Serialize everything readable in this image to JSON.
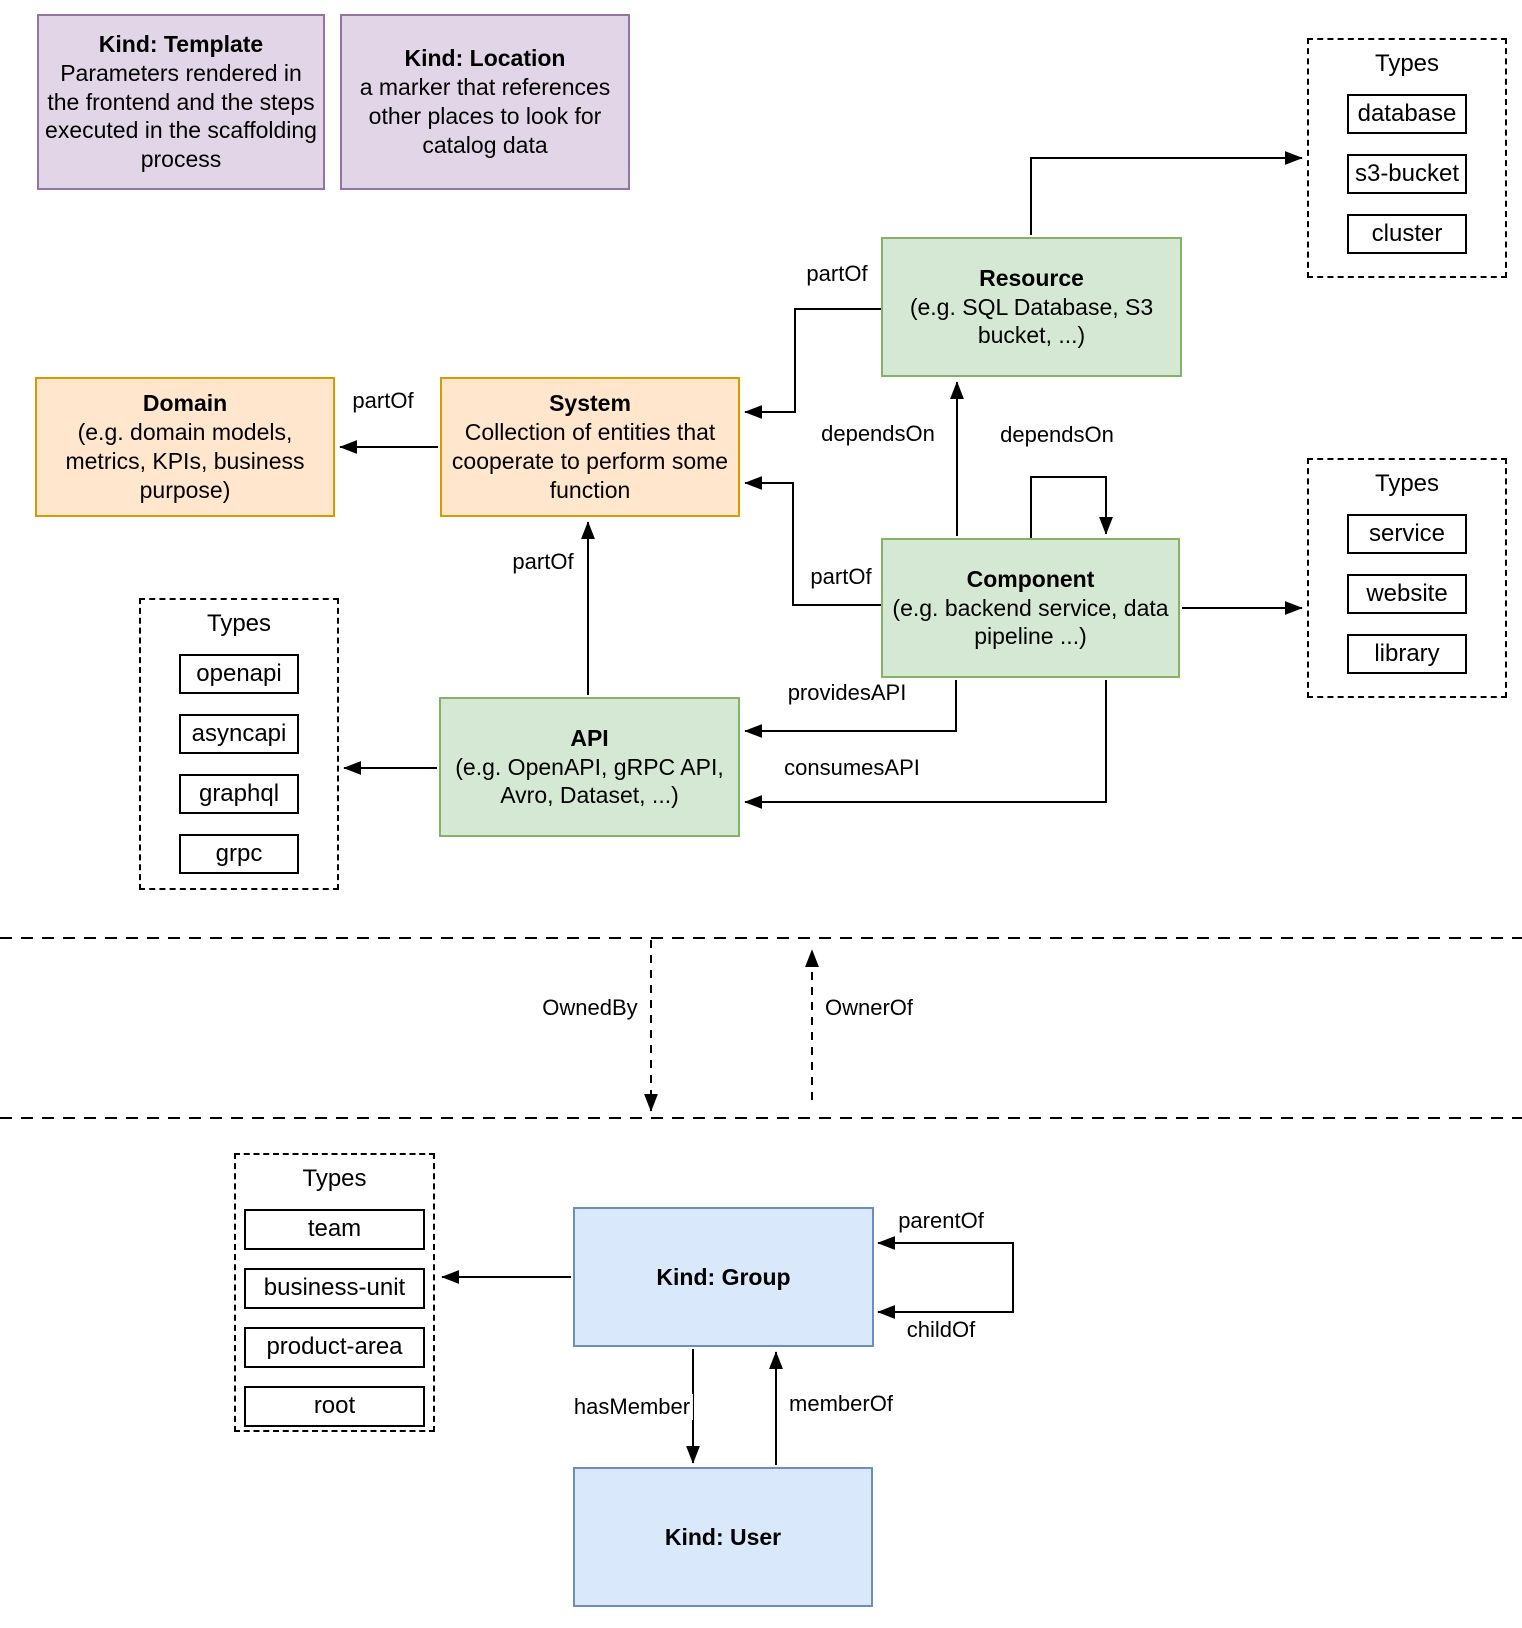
{
  "notes": {
    "template": {
      "title": "Kind: Template",
      "body": "Parameters rendered in the frontend and the steps executed in  the scaffolding process"
    },
    "location": {
      "title": "Kind: Location",
      "body": "a marker that references other places to look for catalog data"
    }
  },
  "entities": {
    "resource": {
      "title": "Resource",
      "subtitle": "(e.g. SQL Database, S3 bucket, ...)"
    },
    "domain": {
      "title": "Domain",
      "subtitle": "(e.g.  domain models, metrics, KPIs, business purpose)"
    },
    "system": {
      "title": "System",
      "subtitle": "Collection of entities that cooperate to perform some function"
    },
    "component": {
      "title": "Component",
      "subtitle": "(e.g. backend service, data pipeline ...)"
    },
    "api": {
      "title": "API",
      "subtitle": "(e.g. OpenAPI, gRPC API, Avro, Dataset, ...)"
    },
    "group": {
      "title": "Kind: Group"
    },
    "user": {
      "title": "Kind: User"
    }
  },
  "type_panels": {
    "resource_types": {
      "title": "Types",
      "items": [
        "database",
        "s3-bucket",
        "cluster"
      ]
    },
    "component_types": {
      "title": "Types",
      "items": [
        "service",
        "website",
        "library"
      ]
    },
    "api_types": {
      "title": "Types",
      "items": [
        "openapi",
        "asyncapi",
        "graphql",
        "grpc"
      ]
    },
    "group_types": {
      "title": "Types",
      "items": [
        "team",
        "business-unit",
        "product-area",
        "root"
      ]
    }
  },
  "edge_labels": {
    "partof_system_domain": "partOf",
    "partof_resource_system": "partOf",
    "partof_component_system": "partOf",
    "partof_api_system": "partOf",
    "dependson_resource": "dependsOn",
    "dependson_self": "dependsOn",
    "provides_api": "providesAPI",
    "consumes_api": "consumesAPI",
    "owned_by": "OwnedBy",
    "owner_of": "OwnerOf",
    "parent_of": "parentOf",
    "child_of": "childOf",
    "has_member": "hasMember",
    "member_of": "memberOf"
  },
  "colors": {
    "green_fill": "#d5e8d4",
    "green_stroke": "#82b366",
    "orange_fill": "#ffe6cc",
    "orange_stroke": "#d79b00",
    "purple_fill": "#e1d5e7",
    "purple_stroke": "#9673a6",
    "blue_fill": "#dae8fc",
    "blue_stroke": "#6c8ebf",
    "line": "#000000"
  }
}
